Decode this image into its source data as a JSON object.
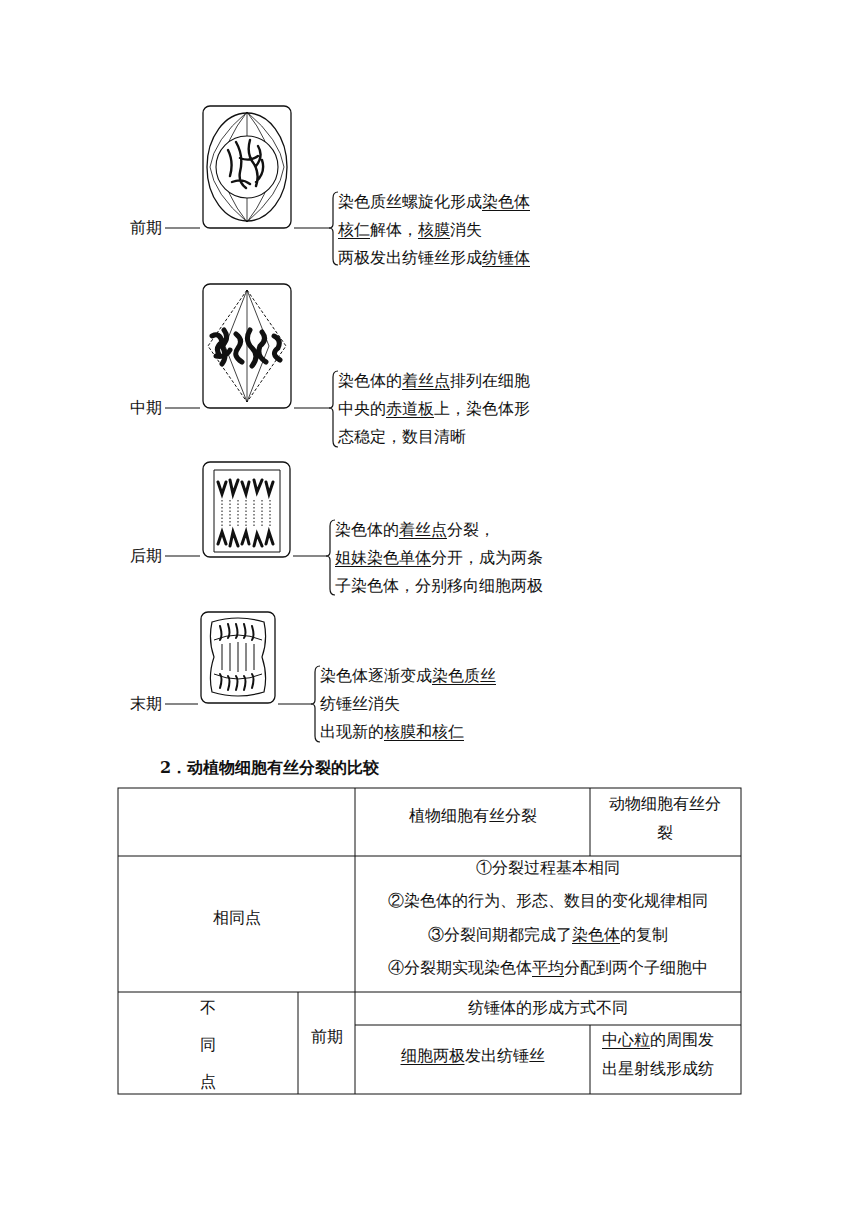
{
  "diagram": {
    "labels": [
      "前期",
      "染色质丝螺旋化形成",
      "染色体",
      "核仁",
      "解体，",
      "核膜",
      "消失",
      "两极发出纺锤丝形成",
      "纺锤体",
      "中期",
      "染色体的",
      "着丝点",
      "排列在细胞",
      "中央的",
      "赤道板",
      "上，染色体形",
      "态稳定，数目清晰",
      "后期",
      "染色体的",
      "着丝点",
      "分裂，",
      "姐妹染色单体",
      "分开，成为两条",
      "子染色体，分别移向细胞两极",
      "末期",
      "染色体逐渐变成",
      "染色质丝",
      "纺锤丝消失",
      "出现新的",
      "核膜和核仁",
      "2．动植物细胞有丝分裂的比较",
      "植物细胞有丝分裂",
      "动物细胞有丝分裂",
      "相同点",
      "①分裂过程基本相同",
      "②染色体的行为、形态、数目的变化规律相同",
      "③分裂间期都完成了",
      "染色体",
      "的复制",
      "④分裂期实现染色体",
      "平均",
      "分配到两个子细胞中",
      "不同点",
      "前期",
      "纺锤体的形成方式不同",
      "细胞两极",
      "发出纺锤丝",
      "中心粒",
      "的周围发出星射线形成纺"
    ]
  }
}
